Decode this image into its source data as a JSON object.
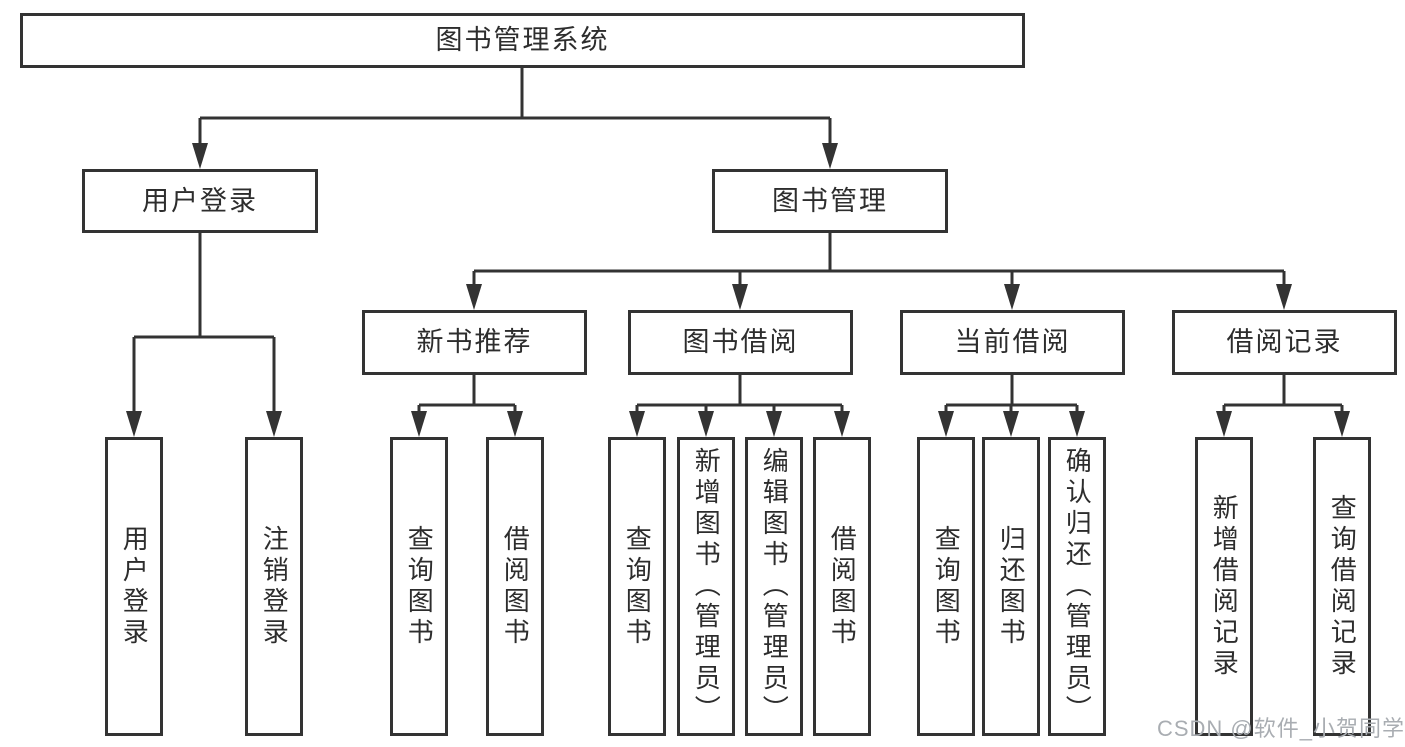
{
  "diagram": {
    "title": "图书管理系统",
    "nodes": {
      "root": "图书管理系统",
      "userLogin": "用户登录",
      "bookMgmt": "图书管理",
      "login": "用户登录",
      "logout": "注销登录",
      "newBookRec": "新书推荐",
      "bookBorrow": "图书借阅",
      "currentBorrow": "当前借阅",
      "borrowRecord": "借阅记录",
      "recQuery": "查询图书",
      "recBorrow": "借阅图书",
      "bbQuery": "查询图书",
      "bbAdd": "新增图书（管理员）",
      "bbEdit": "编辑图书（管理员）",
      "bbBorrow": "借阅图书",
      "cbQuery": "查询图书",
      "cbReturn": "归还图书",
      "cbConfirm": "确认归还（管理员）",
      "brAdd": "新增借阅记录",
      "brQuery": "查询借阅记录"
    },
    "colors": {
      "line": "#333333",
      "text": "#2d2d2d",
      "box_background": "#ffffff",
      "page_background": "#ffffff",
      "watermark": "#a9adb2"
    }
  },
  "watermark": "CSDN @软件_小贺同学"
}
